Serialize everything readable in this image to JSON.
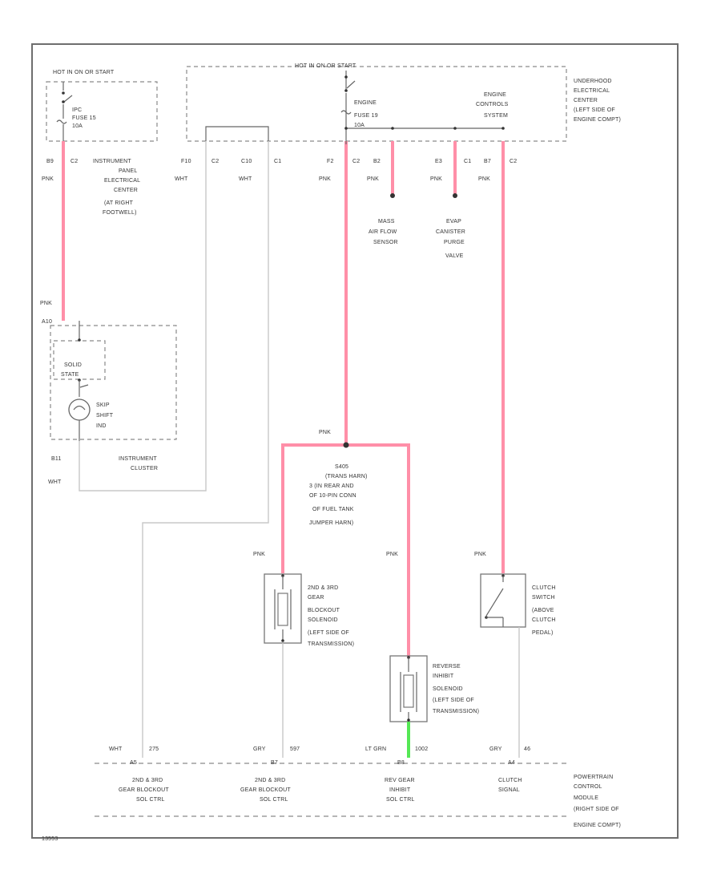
{
  "colors": {
    "pnk_wire": "#ff8fa8",
    "wht_wire": "#c8c8c8",
    "lt_grn_wire": "#55e855"
  },
  "hot_in_on_start": "HOT IN ON OR START",
  "ipc_fuse_label_1": "IPC",
  "ipc_fuse_label_2": "FUSE 15",
  "ipc_fuse_label_3": "10A",
  "hot_in_run_start": "HOT IN ON OR START",
  "engine_fuse_1": "ENGINE",
  "engine_fuse_2": "FUSE 19",
  "engine_fuse_3": "10A",
  "engine_controls_1": "ENGINE",
  "engine_controls_2": "CONTROLS",
  "engine_controls_3": "SYSTEM",
  "underhood_1": "UNDERHOOD",
  "underhood_2": "ELECTRICAL",
  "underhood_3": "CENTER",
  "underhood_4": "(LEFT SIDE OF",
  "underhood_5": "ENGINE COMPT)",
  "ipec_1": "INSTRUMENT",
  "ipec_2": "PANEL",
  "ipec_3": "ELECTRICAL",
  "ipec_4": "CENTER",
  "ipec_5": "(AT RIGHT",
  "ipec_6": "FOOTWELL)",
  "term_b9": "B9",
  "term_c2_left": "C2",
  "term_f10": "F10",
  "term_c2_mid": "C2",
  "term_c10": "C10",
  "term_c1": "C1",
  "term_f2": "F2",
  "term_c2_f2": "C2",
  "term_b2": "B2",
  "term_e3": "E3",
  "term_c1_e3": "C1",
  "term_b7": "B7",
  "term_c2_right": "C2",
  "pnk_b9": "PNK",
  "wht_f10": "WHT",
  "wht_c10": "WHT",
  "pnk_f2": "PNK",
  "pnk_b2": "PNK",
  "pnk_e3": "PNK",
  "pnk_b7": "PNK",
  "maf_1": "MASS",
  "maf_2": "AIR FLOW",
  "maf_3": "SENSOR",
  "evap_1": "EVAP",
  "evap_2": "CANISTER",
  "evap_3": "PURGE",
  "evap_4": "VALVE",
  "pnk_cluster": "PNK",
  "cluster_term_top": "A10",
  "solid_state_1": "SOLID",
  "solid_state_2": "STATE",
  "skip_shift_1": "SKIP",
  "skip_shift_2": "SHIFT",
  "skip_shift_3": "IND",
  "cluster_term_bot": "B11",
  "cluster_wht": "WHT",
  "cluster_label_1": "INSTRUMENT",
  "cluster_label_2": "CLUSTER",
  "pnk_splice": "PNK",
  "splice_1": "S405",
  "splice_2": "(TRANS HARN)",
  "splice_3": "3 (IN REAR AND",
  "splice_4": "OF 10-PIN CONN",
  "splice_5": "OF FUEL TANK",
  "splice_6": "JUMPER HARN)",
  "pnk_blockout": "PNK",
  "pnk_reverse": "PNK",
  "pnk_clutch": "PNK",
  "blockout_1": "2ND & 3RD",
  "blockout_2": "GEAR",
  "blockout_3": "BLOCKOUT",
  "blockout_4": "SOLENOID",
  "blockout_5": "(LEFT SIDE OF",
  "blockout_6": "TRANSMISSION)",
  "reverse_1": "REVERSE",
  "reverse_2": "INHIBIT",
  "reverse_3": "SOLENOID",
  "reverse_4": "(LEFT SIDE OF",
  "reverse_5": "TRANSMISSION)",
  "clutch_1": "CLUTCH",
  "clutch_2": "SWITCH",
  "clutch_3": "(ABOVE",
  "clutch_4": "CLUTCH",
  "clutch_5": "PEDAL)",
  "pcm_wht": "WHT",
  "pcm_275": "275",
  "pcm_gry_1": "GRY",
  "pcm_597": "597",
  "pcm_ltgrn": "LT GRN",
  "pcm_1002": "1002",
  "pcm_gry_2": "GRY",
  "pcm_46": "46",
  "pin_a": "A5",
  "pin_b": "B7",
  "pin_c": "B8",
  "pin_d": "A4",
  "pcm_a_1": "2ND & 3RD",
  "pcm_a_2": "GEAR BLOCKOUT",
  "pcm_a_3": "SOL CTRL",
  "pcm_b_1": "2ND & 3RD",
  "pcm_b_2": "GEAR BLOCKOUT",
  "pcm_b_3": "SOL CTRL",
  "pcm_c_1": "REV GEAR",
  "pcm_c_2": "INHIBIT",
  "pcm_c_3": "SOL CTRL",
  "pcm_d_1": "CLUTCH",
  "pcm_d_2": "SIGNAL",
  "pcm_name_1": "POWERTRAIN",
  "pcm_name_2": "CONTROL",
  "pcm_name_3": "MODULE",
  "pcm_name_4": "(RIGHT SIDE OF",
  "pcm_name_5": "ENGINE COMPT)",
  "figure_id": "13553"
}
